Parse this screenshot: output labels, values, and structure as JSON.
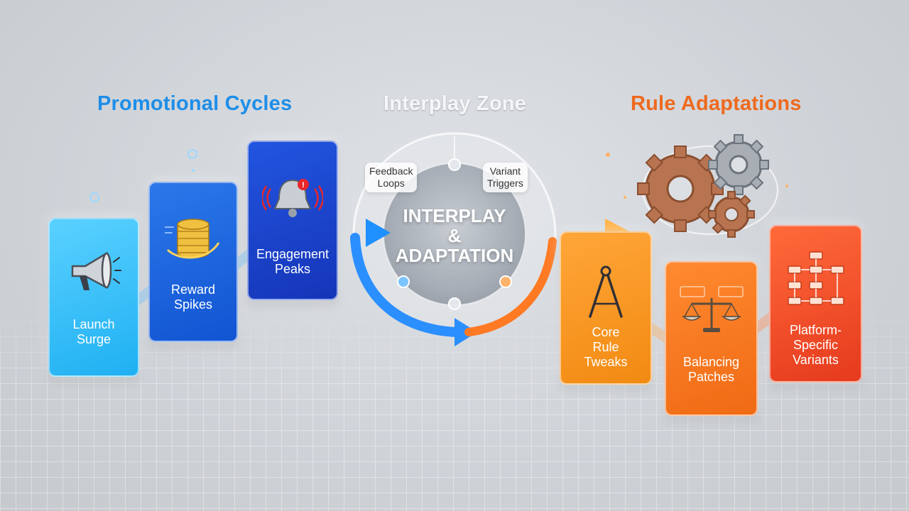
{
  "headings": {
    "promotional": "Promotional Cycles",
    "interplay": "Interplay Zone",
    "rules": "Rule Adaptations"
  },
  "promotional_cards": [
    {
      "label": "Launch\nSurge",
      "icon": "megaphone-icon"
    },
    {
      "label": "Reward\nSpikes",
      "icon": "coin-stack-icon"
    },
    {
      "label": "Engagement\nPeaks",
      "icon": "alarm-bell-icon"
    }
  ],
  "interplay": {
    "center": "INTERPLAY\n&\nADAPTATION",
    "bubble_left": "Feedback\nLoops",
    "bubble_right": "Variant\nTriggers"
  },
  "rule_cards": [
    {
      "label": "Core\nRule\nTweaks",
      "icon": "compass-icon"
    },
    {
      "label": "Balancing\nPatches",
      "icon": "balance-scale-icon"
    },
    {
      "label": "Platform-\nSpecific\nVariants",
      "icon": "flowchart-icon"
    }
  ],
  "decor": {
    "gears_icon": "gears-icon"
  },
  "colors": {
    "promo_blue": "#1e8ee8",
    "rule_orange": "#ee6a1f",
    "card_blue_dark": "#1535b8",
    "card_red": "#e53a1e"
  }
}
